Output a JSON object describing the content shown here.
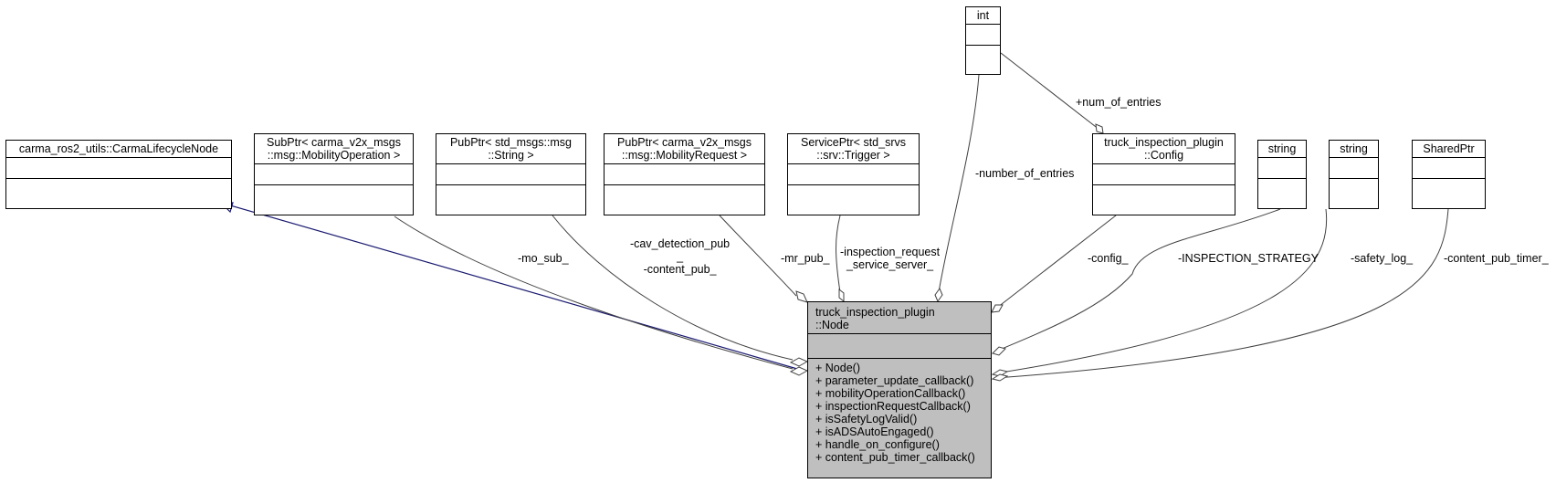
{
  "main_class": {
    "title_line1": "truck_inspection_plugin",
    "title_line2": "::Node",
    "operations": [
      "+ Node()",
      "+ parameter_update_callback()",
      "+ mobilityOperationCallback()",
      "+ inspectionRequestCallback()",
      "+ isSafetyLogValid()",
      "+ isADSAutoEngaged()",
      "+ handle_on_configure()",
      "+ content_pub_timer_callback()"
    ]
  },
  "classes": {
    "base": {
      "line1": "carma_ros2_utils::CarmaLifecycleNode"
    },
    "mo_sub": {
      "line1": "SubPtr< carma_v2x_msgs",
      "line2": "::msg::MobilityOperation >"
    },
    "content_pub": {
      "line1": "PubPtr< std_msgs::msg",
      "line2": "::String >"
    },
    "mr_pub": {
      "line1": "PubPtr< carma_v2x_msgs",
      "line2": "::msg::MobilityRequest >"
    },
    "service": {
      "line1": "ServicePtr< std_srvs",
      "line2": "::srv::Trigger >"
    },
    "int_type": {
      "line1": "int"
    },
    "config": {
      "line1": "truck_inspection_plugin",
      "line2": "::Config"
    },
    "string1": {
      "line1": "string"
    },
    "string2": {
      "line1": "string"
    },
    "sharedptr": {
      "line1": "SharedPtr"
    }
  },
  "edge_labels": {
    "mo_sub": "-mo_sub_",
    "cav_pub_line1": "-cav_detection_pub",
    "cav_pub_line2": "_",
    "cav_pub_line3": "-content_pub_",
    "mr_pub": "-mr_pub_",
    "service_line1": "-inspection_request",
    "service_line2": "_service_server_",
    "num_entries": "-number_of_entries",
    "num_of_entries": "+num_of_entries",
    "config": "-config_",
    "inspection_strategy": "-INSPECTION_STRATEGY",
    "safety_log": "-safety_log_",
    "content_pub_timer": "-content_pub_timer_"
  },
  "colors": {
    "inheritance_edge": "#191970",
    "association_edge": "#404040",
    "main_fill": "#bfbfbf"
  }
}
